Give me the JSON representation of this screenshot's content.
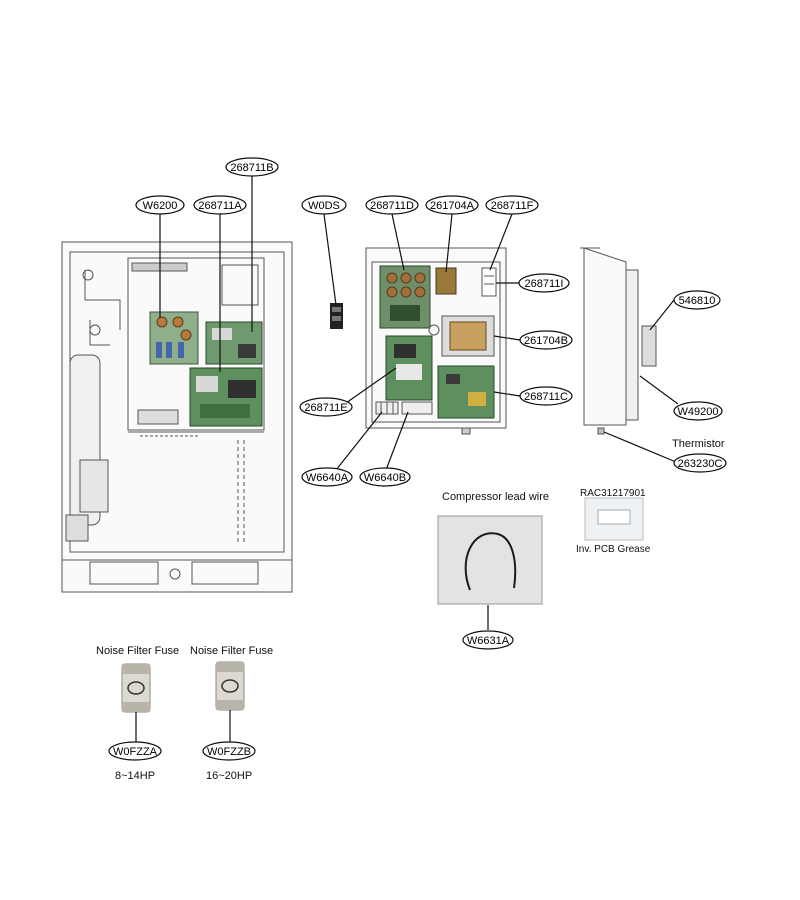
{
  "part_labels": {
    "w6200": "W6200",
    "p268711a": "268711A",
    "p268711b": "268711B",
    "w0ds": "W0DS",
    "p268711d": "268711D",
    "p261704a": "261704A",
    "p268711f": "268711F",
    "p268711i": "268711I",
    "p261704b": "261704B",
    "p268711c": "268711C",
    "p268711e": "268711E",
    "w6640a": "W6640A",
    "w6640b": "W6640B",
    "p546810": "546810",
    "w49200": "W49200",
    "p263230c": "263230C",
    "w6631a": "W6631A",
    "w0fzza": "W0FZZA",
    "w0fzzb": "W0FZZB"
  },
  "captions": {
    "thermistor": "Thermistor",
    "compressor_lead_wire": "Compressor lead wire",
    "rac_part": "RAC31217901",
    "pcb_grease": "Inv. PCB Grease",
    "fuse_a_title": "Noise Filter Fuse",
    "fuse_b_title": "Noise Filter Fuse",
    "fuse_a_range": "8~14HP",
    "fuse_b_range": "16~20HP"
  }
}
